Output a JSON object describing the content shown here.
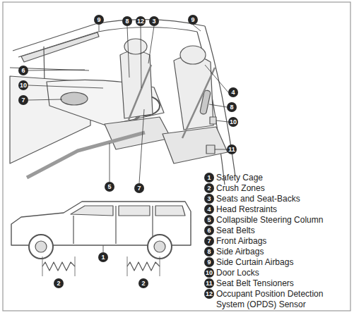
{
  "diagram": {
    "labels": [
      "9",
      "8",
      "12",
      "3",
      "9",
      "6",
      "10",
      "7",
      "4",
      "8",
      "10",
      "11",
      "5",
      "7",
      "2",
      "1",
      "2",
      "1",
      "2",
      "3",
      "4",
      "5",
      "6",
      "7",
      "8",
      "9",
      "10",
      "11",
      "12"
    ],
    "legend": [
      {
        "text": "Safety Cage"
      },
      {
        "text": "Crush Zones"
      },
      {
        "text": "Seats and Seat-Backs"
      },
      {
        "text": "Head Restraints"
      },
      {
        "text": "Collapsible Steering Column"
      },
      {
        "text": "Seat Belts"
      },
      {
        "text": "Front Airbags"
      },
      {
        "text": "Side Airbags"
      },
      {
        "text": "Side Curtain Airbags"
      },
      {
        "text": "Door Locks"
      },
      {
        "text": "Seat Belt Tensioners"
      },
      {
        "text": "Occupant Position Detection System (OPDS) Sensor"
      }
    ]
  }
}
